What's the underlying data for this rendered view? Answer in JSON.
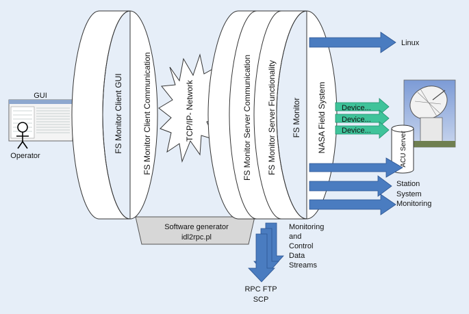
{
  "gui": {
    "title": "GUI",
    "operator_label": "Operator"
  },
  "client": {
    "layers": [
      "FS Monitor Client GUI",
      "FS Monitor Client Communication"
    ]
  },
  "network": {
    "label": "TCP/IP- Network"
  },
  "server": {
    "layers": [
      "FS Monitor Server Communication",
      "FS Monitor Server Functionality",
      "FS Monitor",
      "NASA Field System"
    ]
  },
  "software_generator": {
    "line1": "Software generator",
    "line2": "idl2rpc.pl"
  },
  "outputs": {
    "linux": "Linux",
    "devices": [
      "Device...",
      "Device...",
      "Device..."
    ],
    "acu_server": "ACU Server",
    "station_system_monitoring": [
      "Station",
      "System",
      "Monitoring"
    ],
    "monitoring_streams": [
      "Monitoring",
      "and",
      "Control",
      "Data",
      "Streams"
    ],
    "rpc": [
      "RPC FTP",
      "SCP"
    ]
  },
  "colors": {
    "background": "#e6eef8",
    "blue_arrow": "#4a7cc0",
    "green_arrow": "#3fc39a",
    "cylinder_fill": "#ffffff",
    "generator_fill": "#d7d7d7"
  }
}
